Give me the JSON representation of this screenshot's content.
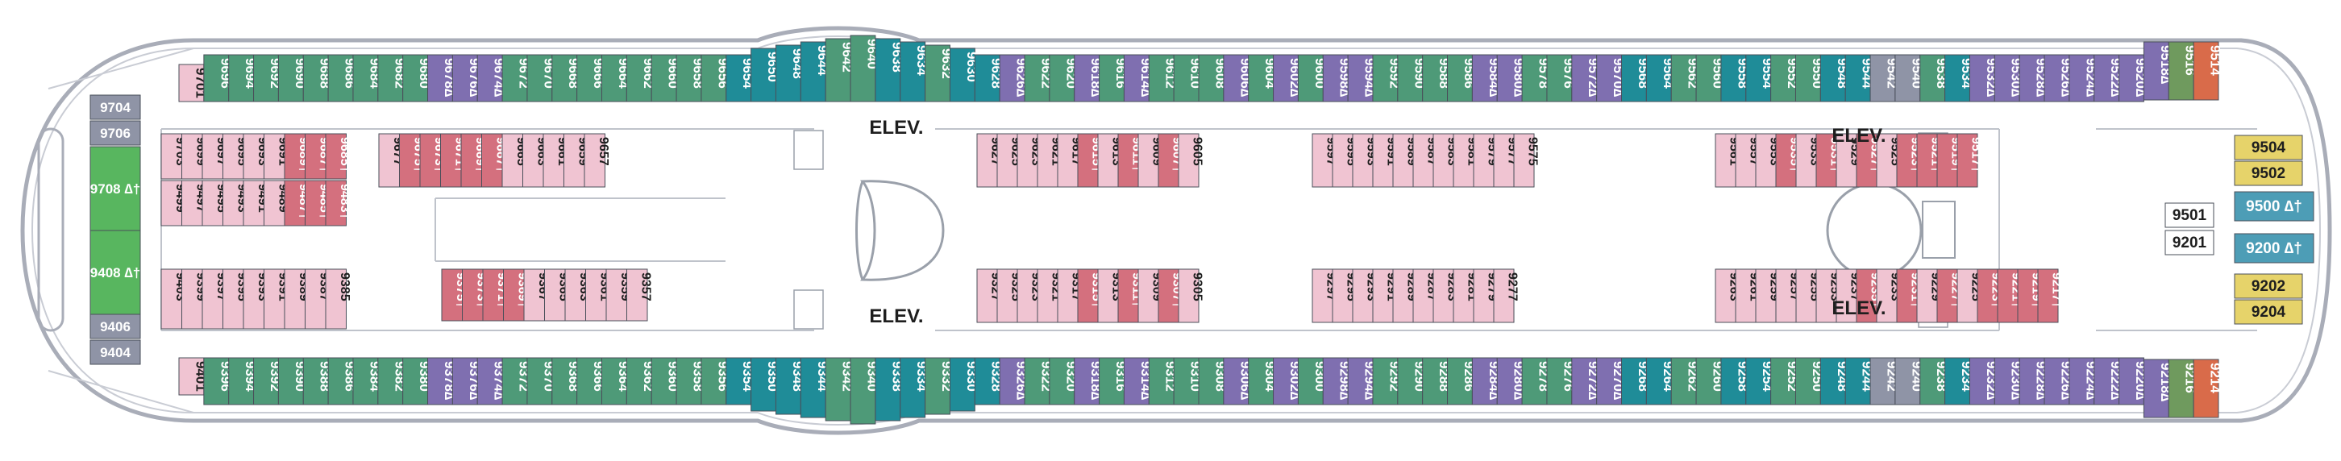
{
  "colors": {
    "teal": "#1f8c98",
    "green": "#4e9a78",
    "purple": "#7f6fb0",
    "pink": "#f0c4d2",
    "rose": "#d4707e",
    "grey": "#8f94a6",
    "olive": "#6f9a5e",
    "yellow": "#e6d36a",
    "orange": "#d96b4a",
    "lightblue": "#4d9db6",
    "brightgreen": "#58b65f",
    "white": "#ffffff"
  },
  "elevator_label": "ELEV.",
  "cabins": {
    "top_outer": [
      "9701",
      "9696",
      "9694",
      "9692",
      "9690",
      "9688",
      "9686",
      "9684",
      "9682",
      "9680",
      "9678∆",
      "9676∆",
      "9674∆",
      "9672",
      "9670",
      "9668",
      "9666",
      "9664",
      "9662",
      "9660",
      "9658",
      "9656",
      "9654",
      "9650",
      "9648",
      "9644",
      "9642",
      "9640",
      "9638",
      "9634",
      "9632",
      "9630",
      "9628",
      "9626∆",
      "9622",
      "9620",
      "9618∆",
      "9616",
      "9614∆",
      "9612",
      "9610",
      "9608",
      "9606∆",
      "9604",
      "9602∆",
      "9600",
      "9598∆",
      "9594∆",
      "9592",
      "9590",
      "9588",
      "9586",
      "9584∆",
      "9580∆",
      "9578",
      "9576",
      "9572∆",
      "9570∆",
      "9568",
      "9564",
      "9562",
      "9560",
      "9558",
      "9554",
      "9552",
      "9550",
      "9548",
      "9544",
      "9542",
      "9540",
      "9538",
      "9534",
      "9532∆",
      "9530∆",
      "9528∆",
      "9526∆",
      "9524∆",
      "9522∆",
      "9520∆",
      "9518∆",
      "9516",
      "9514"
    ],
    "bottom_outer": [
      "9401",
      "9396",
      "9394",
      "9392",
      "9390",
      "9388",
      "9386",
      "9384",
      "9382",
      "9380",
      "9378∆",
      "9376∆",
      "9374∆",
      "9372",
      "9370",
      "9368",
      "9366",
      "9364",
      "9362",
      "9360",
      "9358",
      "9356",
      "9354",
      "9350",
      "9348",
      "9344",
      "9342",
      "9340",
      "9338",
      "9334",
      "9332",
      "9330",
      "9328",
      "9326∆",
      "9322",
      "9320",
      "9318∆",
      "9316",
      "9314∆",
      "9312",
      "9310",
      "9308",
      "9306∆",
      "9304",
      "9302∆",
      "9300",
      "9298∆",
      "9294∆",
      "9292",
      "9290",
      "9288",
      "9286",
      "9284∆",
      "9280∆",
      "9278",
      "9276",
      "9272∆",
      "9270∆",
      "9268",
      "9264",
      "9262",
      "9260",
      "9258",
      "9254",
      "9252",
      "9250",
      "9248",
      "9244",
      "9242",
      "9240",
      "9238",
      "9234",
      "9232∆",
      "9230∆",
      "9228∆",
      "9226∆",
      "9224∆",
      "9222∆",
      "9220∆",
      "9218∆",
      "9216",
      "9214"
    ],
    "inner_top_left_row1": [
      "9703",
      "9699",
      "9697",
      "9695",
      "9693",
      "9691",
      "9689†",
      "9687†",
      "9685†"
    ],
    "inner_top_left_row2": [
      "9499",
      "9497",
      "9495",
      "9493",
      "9491",
      "9489",
      "9487†",
      "9485†",
      "9483†"
    ],
    "inner_top_left_tail": [
      "9677",
      "9675†",
      "9673†",
      "9671†",
      "9669†",
      "9667†",
      "9665",
      "9663",
      "9661",
      "9659",
      "9657"
    ],
    "inner_top_mid": [
      "9627",
      "9625",
      "9623",
      "9621",
      "9617",
      "9615†",
      "9613",
      "9611†",
      "9609",
      "9607†",
      "9605"
    ],
    "inner_top_right": [
      "9597",
      "9595",
      "9593",
      "9591",
      "9589",
      "9587",
      "9583",
      "9581",
      "9579",
      "9577",
      "9575"
    ],
    "inner_top_far": [
      "9561",
      "9557",
      "9553",
      "9535†",
      "9533",
      "9531†",
      "9529",
      "9527†",
      "9525",
      "9523†",
      "9521†",
      "9519†",
      "9517†"
    ],
    "inner_bottom_left_row": [
      "9403",
      "9399",
      "9397",
      "9395",
      "9393",
      "9391",
      "9389",
      "9387",
      "9385"
    ],
    "inner_bottom_left_tail": [
      "9375†",
      "9373†",
      "9371†",
      "9369†",
      "9367",
      "9365",
      "9363",
      "9361",
      "9359",
      "9357"
    ],
    "inner_bottom_mid": [
      "9327",
      "9325",
      "9323",
      "9321",
      "9317",
      "9315†",
      "9313",
      "9311†",
      "9309",
      "9307†",
      "9305"
    ],
    "inner_bottom_right": [
      "9297",
      "9295",
      "9293",
      "9291",
      "9289",
      "9287",
      "9283",
      "9281",
      "9279",
      "9277"
    ],
    "inner_bottom_far": [
      "9263",
      "9261",
      "9259",
      "9257",
      "9255",
      "9253",
      "9237",
      "9235†",
      "9233",
      "9231†",
      "9229",
      "9227†",
      "9225",
      "9223†",
      "9221†",
      "9219†",
      "9217†"
    ],
    "forward_side": [
      "9704",
      "9706",
      "9708 ∆†",
      "9408 ∆†",
      "9406",
      "9404"
    ],
    "aft_cluster": [
      "9504",
      "9502",
      "9500 ∆†",
      "9200 ∆†",
      "9202",
      "9204",
      "9501",
      "9201"
    ]
  }
}
